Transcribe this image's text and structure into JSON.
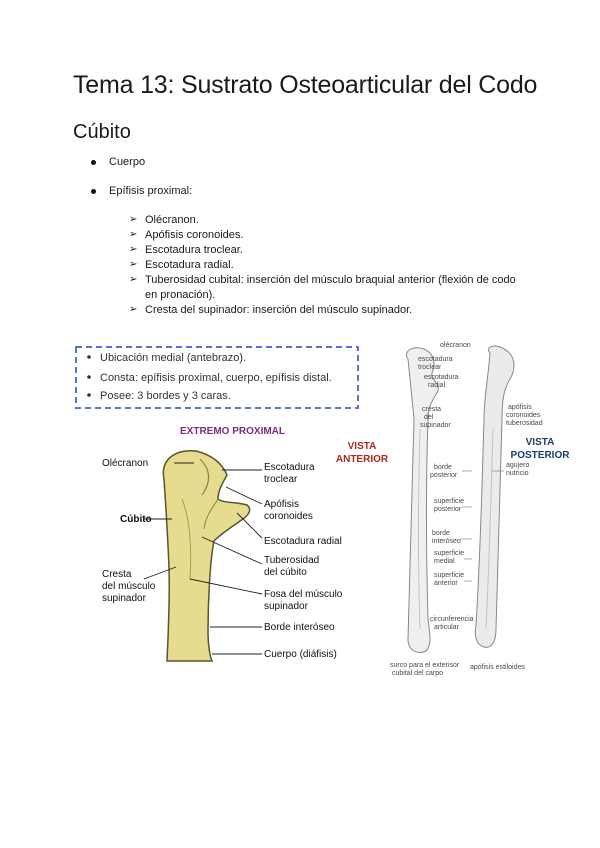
{
  "title": "Tema 13: Sustrato Osteoarticular del Codo",
  "section": "Cúbito",
  "bullets": [
    "Cuerpo",
    "Epífisis proximal:"
  ],
  "subitems": [
    "Olécranon.",
    "Apófisis coronoides.",
    "Escotadura troclear.",
    "Escotadura radial.",
    "Tuberosidad cubital: inserción del músculo braquial anterior (flexión de codo en pronación).",
    "Cresta del supinador: inserción del músculo supinador."
  ],
  "figure": {
    "box_items": [
      "Ubicación medial (antebrazo).",
      "Consta: epífisis proximal, cuerpo, epífisis distal.",
      "Posee: 3 bordes y 3 caras."
    ],
    "proximal_title": "EXTREMO PROXIMAL",
    "left_labels": {
      "olecranon": "Olécranon",
      "cubito": "Cúbito",
      "cresta1": "Cresta",
      "cresta2": "del músculo",
      "cresta3": "supinador"
    },
    "right_labels": {
      "esc_troclear1": "Escotadura",
      "esc_troclear2": "troclear",
      "apofisis1": "Apófisis",
      "apofisis2": "coronoides",
      "esc_radial": "Escotadura radial",
      "tuber1": "Tuberosidad",
      "tuber2": "del cúbito",
      "fosa1": "Fosa del músculo",
      "fosa2": "supinador",
      "borde_interoseo": "Borde interóseo",
      "cuerpo": "Cuerpo (diáfisis)"
    },
    "vista_anterior": [
      "VISTA",
      "ANTERIOR"
    ],
    "vista_posterior": [
      "VISTA",
      "POSTERIOR"
    ],
    "colors": {
      "accent_red": "#b0261f",
      "box_border": "#5a6fd8",
      "title_purple": "#7a2e7c",
      "bone_yellow": "#e6dc8f",
      "navy": "#1e3a6e"
    },
    "small_labels": {
      "olecranon": "olécranon",
      "esc_troclear1": "escotadura",
      "esc_troclear2": "troclear",
      "esc_radial1": "escotadura",
      "esc_radial2": "radial",
      "cresta1": "cresta",
      "cresta2": "del",
      "cresta3": "supinador",
      "apofisis1": "apófisis",
      "apofisis2": "coronoides",
      "tuberosidad": "tuberosidad",
      "borde_post1": "borde",
      "borde_post2": "posterior",
      "agujero1": "agujero",
      "agujero2": "nutricio",
      "sup_post1": "superficie",
      "sup_post2": "posterior",
      "borde_int1": "borde",
      "borde_int2": "interóseo",
      "sup_med1": "superficie",
      "sup_med2": "medial",
      "sup_ant1": "superficie",
      "sup_ant2": "anterior",
      "circ1": "circunferencia",
      "circ2": "articular",
      "surco1": "surco para el extensor",
      "surco2": "cubital del carpo",
      "apof_est": "apófisis estiloides"
    }
  }
}
